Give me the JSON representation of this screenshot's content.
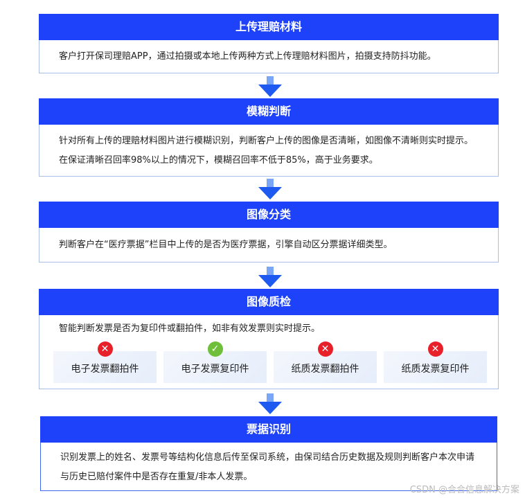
{
  "steps": [
    {
      "title": "上传理赔材料",
      "text": "客户打开保司理赔APP，通过拍摄或本地上传两种方式上传理赔材料图片，拍摄支持防抖功能。"
    },
    {
      "title": "模糊判断",
      "text": "针对所有上传的理赔材料图片进行模糊识别，判断客户上传的图像是否清晰，如图像不清晰则实时提示。在保证清晰召回率98%以上的情况下，模糊召回率不低于85%，高于业务要求。"
    },
    {
      "title": "图像分类",
      "text": "判断客户在“医疗票据”栏目中上传的是否为医疗票据，引擎自动区分票据详细类型。"
    },
    {
      "title": "图像质检",
      "text": "智能判断发票是否为复印件或翻拍件，如非有效发票则实时提示。",
      "options": [
        {
          "label": "电子发票翻拍件",
          "status": "invalid",
          "icon": "x-circle-icon"
        },
        {
          "label": "电子发票复印件",
          "status": "valid",
          "icon": "check-circle-icon"
        },
        {
          "label": "纸质发票翻拍件",
          "status": "invalid",
          "icon": "x-circle-icon"
        },
        {
          "label": "纸质发票复印件",
          "status": "invalid",
          "icon": "x-circle-icon"
        }
      ]
    },
    {
      "title": "票据识别",
      "text": "识别发票上的姓名、发票号等结构化信息后传至保司系统，由保司结合历史数据及规则判断客户本次申请与历史已赔付案件中是否存在重复/非本人发票。"
    }
  ],
  "colors": {
    "header": "#1e41fa",
    "valid": "#6fbf3a",
    "invalid": "#e8202a"
  },
  "watermark": "CSDN @合合信息解决方案"
}
